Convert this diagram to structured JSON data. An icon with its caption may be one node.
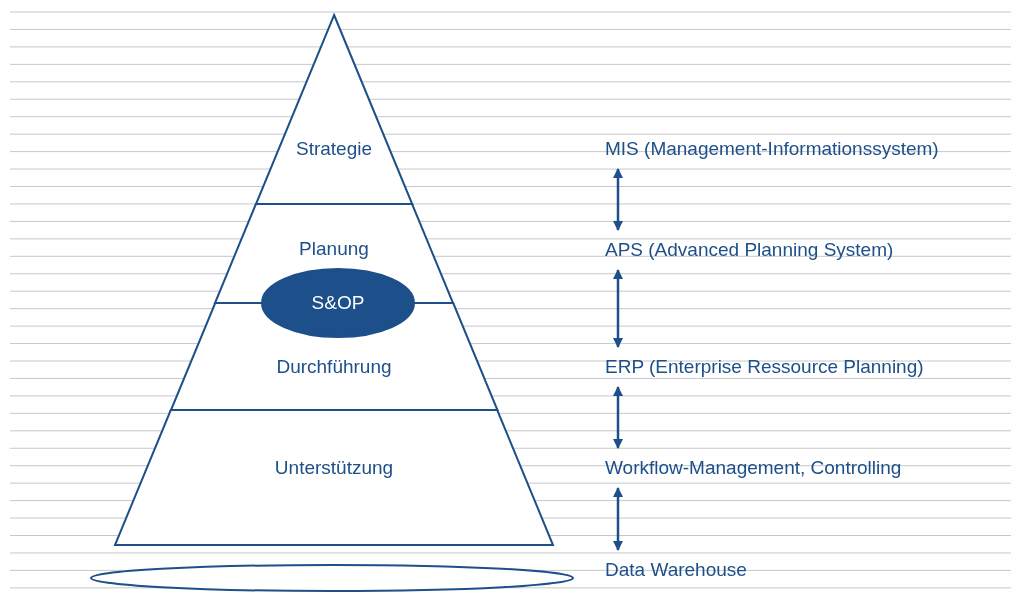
{
  "diagram": {
    "nodes": [
      {
        "text": [
          "Strategie"
        ]
      },
      {
        "text": [
          "Planung"
        ]
      },
      {
        "text": [
          "Durchführung"
        ]
      },
      {
        "text": [
          "Unterstützung"
        ]
      },
      {
        "text": [
          "S&OP"
        ]
      },
      {
        "text": [],
        "shape": "ellipse"
      },
      {
        "text": [
          "MIS (Management-Informationssystem)"
        ]
      },
      {
        "text": [
          "APS (Advanced Planning System)"
        ]
      },
      {
        "text": [
          "ERP (Enterprise Ressource Planning)"
        ]
      },
      {
        "text": [
          "Workflow-Management, Controlling"
        ]
      },
      {
        "text": [
          "Data Warehouse"
        ]
      }
    ],
    "edges": [
      {
        "from": 6,
        "to": 7,
        "arrow": "both"
      },
      {
        "from": 7,
        "to": 8,
        "arrow": "both"
      },
      {
        "from": 8,
        "to": 9,
        "arrow": "both"
      },
      {
        "from": 9,
        "to": 10,
        "arrow": "both"
      }
    ]
  }
}
